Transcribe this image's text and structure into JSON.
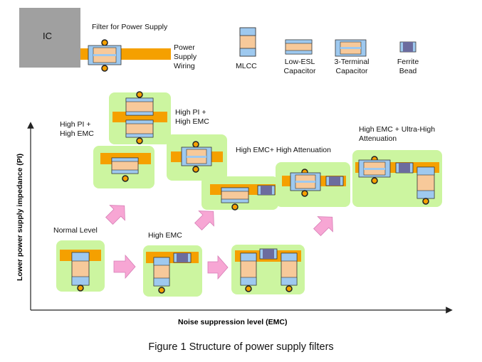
{
  "legend": {
    "ic": "IC",
    "filter_title": "Filter for Power Supply",
    "wiring": [
      "Power",
      "Supply",
      "Wiring"
    ],
    "mlcc": "MLCC",
    "low_esl": [
      "Low-ESL",
      "Capacitor"
    ],
    "three_terminal": [
      "3-Terminal",
      "Capacitor"
    ],
    "ferrite": [
      "Ferrite",
      "Bead"
    ]
  },
  "labels": {
    "normal": "Normal Level",
    "high_emc": "High EMC",
    "high_pi_emc_left": [
      "High PI +",
      "High EMC"
    ],
    "high_pi_emc_mid": [
      "High PI +",
      "High EMC"
    ],
    "high_emc_atten": "High EMC+ High Attenuation",
    "high_emc_ultra": [
      "High EMC + Ultra-High",
      "Attenuation"
    ]
  },
  "axes": {
    "x": "Noise suppression level (EMC)",
    "y": "Lower power supply impedance (PI)"
  },
  "caption": "Figure 1 Structure of power supply filters",
  "colors": {
    "box_green": "#ccf5a0",
    "wiring_orange": "#f5a000",
    "cap_blue": "#9ec9ef",
    "cap_body": "#f7c99a",
    "ferrite": "#6c6c9e",
    "arrow_pink": "#f7a6d4",
    "ic_gray": "#a0a0a0"
  }
}
